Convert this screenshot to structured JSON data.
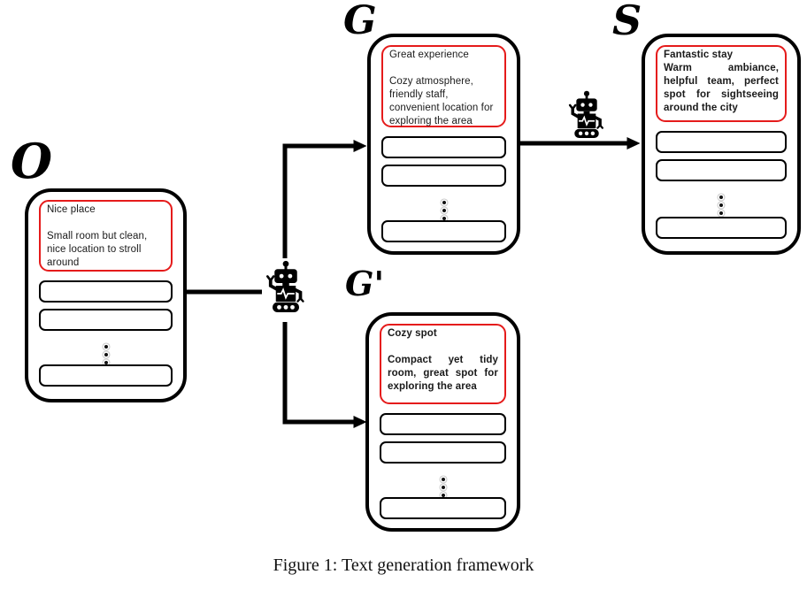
{
  "figure": {
    "caption": "Figure 1: Text generation framework"
  },
  "colors": {
    "ink": "#000000",
    "highlight_red": "#e51b1b"
  },
  "icons": {
    "robot": "robot-icon",
    "ellipsis": "vertical-ellipsis-dots"
  },
  "nodes": {
    "O": {
      "label": "O",
      "title": "Nice place",
      "body": "Small room but clean, nice location to stroll around"
    },
    "G": {
      "label": "G",
      "title": "Great experience",
      "body": "Cozy atmosphere, friendly staff, convenient location for exploring the area"
    },
    "G_prime": {
      "label": "G'",
      "title": "Cozy spot",
      "body": "Compact yet tidy room, great spot for exploring the area"
    },
    "S": {
      "label": "S",
      "title": "Fantastic stay",
      "body": "Warm ambiance, helpful team, perfect spot for sightseeing around the city"
    }
  }
}
